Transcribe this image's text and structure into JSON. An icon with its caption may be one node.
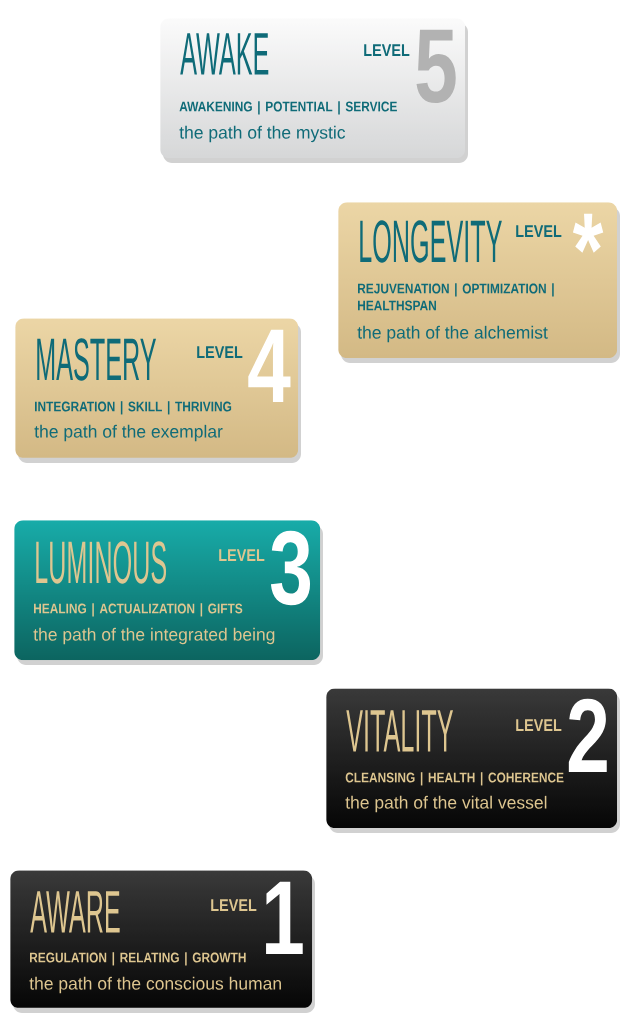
{
  "diagram": {
    "nodes": [
      {
        "text": [
          "AWAKE",
          "LEVEL",
          "5",
          "AWAKENING | POTENTIAL | SERVICE",
          "the path of the mystic"
        ]
      },
      {
        "text": [
          "LONGEVITY",
          "LEVEL",
          "*",
          "REJUVENATION | OPTIMIZATION | HEALTHSPAN",
          "the path of the alchemist"
        ]
      },
      {
        "text": [
          "MASTERY",
          "LEVEL",
          "4",
          "INTEGRATION | SKILL | THRIVING",
          "the path of the exemplar"
        ]
      },
      {
        "text": [
          "LUMINOUS",
          "LEVEL",
          "3",
          "HEALING | ACTUALIZATION | GIFTS",
          "the path of the integrated being"
        ]
      },
      {
        "text": [
          "VITALITY",
          "LEVEL",
          "2",
          "CLEANSING | HEALTH | COHERENCE",
          "the path of the vital vessel"
        ]
      },
      {
        "text": [
          "AWARE",
          "LEVEL",
          "1",
          "REGULATION | RELATING | GROWTH",
          "the path of the conscious human"
        ]
      }
    ]
  }
}
